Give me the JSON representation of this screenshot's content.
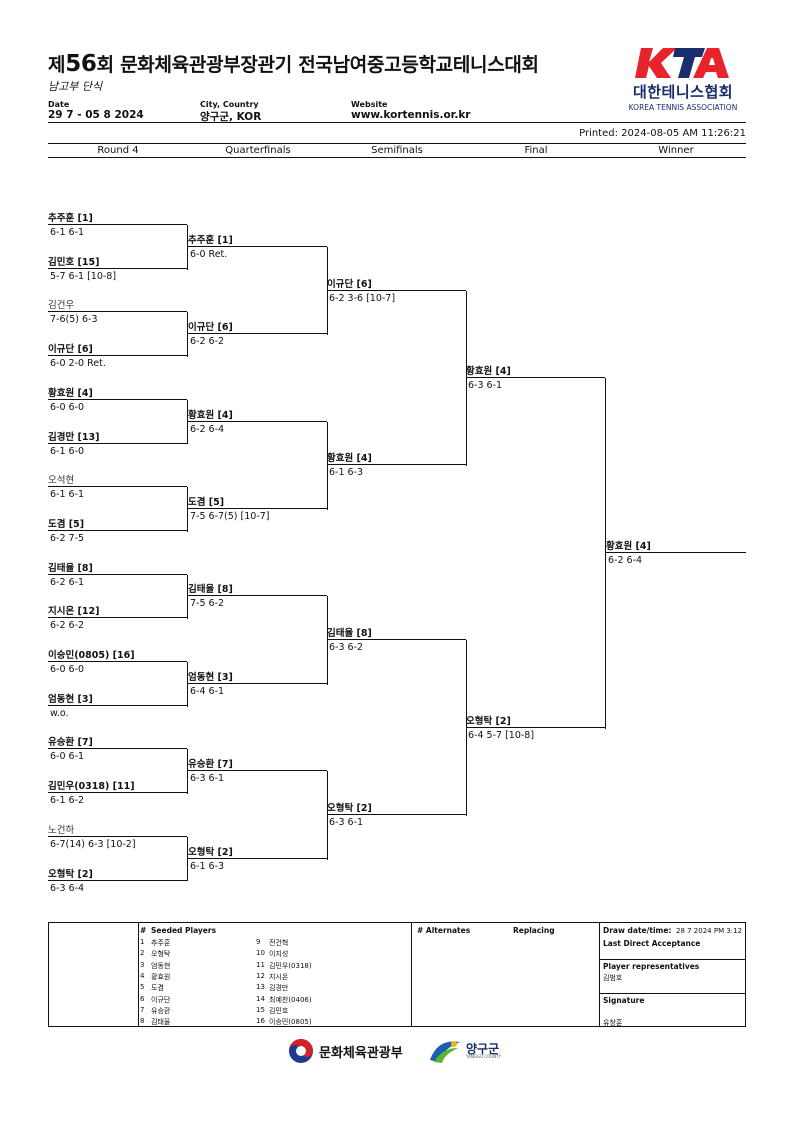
{
  "header": {
    "title_prefix": "제",
    "title_number": "56",
    "title_suffix": "회 문화체육관광부장관기 전국남여중고등학교테니스대회",
    "subtitle": "남고부 단식",
    "date_label": "Date",
    "date_value": "29 7 - 05 8 2024",
    "city_label": "City, Country",
    "city_value": "양구군, KOR",
    "website_label": "Website",
    "website_value": "www.kortennis.or.kr",
    "printed": "Printed: 2024-08-05 AM 11:26:21"
  },
  "logo": {
    "letters": "KTA",
    "korean": "대한테니스협회",
    "english": "KOREA TENNIS ASSOCIATION",
    "colors": {
      "red": "#e8232b",
      "navy": "#1a2e6e"
    }
  },
  "rounds": [
    "Round 4",
    "Quarterfinals",
    "Semifinals",
    "Final",
    "Winner"
  ],
  "r16": [
    {
      "name": "추주훈 [1]",
      "score": "6-1 6-1",
      "winner": true
    },
    {
      "name": "김민호 [15]",
      "score": "5-7 6-1 [10-8]",
      "winner": true
    },
    {
      "name": "김건우",
      "score": "7-6(5) 6-3",
      "winner": false
    },
    {
      "name": "이규단 [6]",
      "score": "6-0 2-0 Ret.",
      "winner": true
    },
    {
      "name": "황효원 [4]",
      "score": "6-0 6-0",
      "winner": true
    },
    {
      "name": "김경만 [13]",
      "score": "6-1 6-0",
      "winner": true
    },
    {
      "name": "오석현",
      "score": "6-1 6-1",
      "winner": false
    },
    {
      "name": "도겸 [5]",
      "score": "6-2 7-5",
      "winner": true
    },
    {
      "name": "김태율 [8]",
      "score": "6-2 6-1",
      "winner": true
    },
    {
      "name": "지시온 [12]",
      "score": "6-2 6-2",
      "winner": true
    },
    {
      "name": "이승민(0805) [16]",
      "score": "6-0 6-0",
      "winner": true
    },
    {
      "name": "엄동현 [3]",
      "score": "w.o.",
      "winner": true
    },
    {
      "name": "유승환 [7]",
      "score": "6-0 6-1",
      "winner": true
    },
    {
      "name": "김민우(0318) [11]",
      "score": "6-1 6-2",
      "winner": true
    },
    {
      "name": "노건하",
      "score": "6-7(14) 6-3 [10-2]",
      "winner": false
    },
    {
      "name": "오형탁 [2]",
      "score": "6-3 6-4",
      "winner": true
    }
  ],
  "qf": [
    {
      "name": "추주훈 [1]",
      "score": "6-0 Ret."
    },
    {
      "name": "이규단 [6]",
      "score": "6-2 6-2"
    },
    {
      "name": "황효원 [4]",
      "score": "6-2 6-4"
    },
    {
      "name": "도겸 [5]",
      "score": "7-5 6-7(5) [10-7]"
    },
    {
      "name": "김태율 [8]",
      "score": "7-5 6-2"
    },
    {
      "name": "엄동현 [3]",
      "score": "6-4 6-1"
    },
    {
      "name": "유승환 [7]",
      "score": "6-3 6-1"
    },
    {
      "name": "오형탁 [2]",
      "score": "6-1 6-3"
    }
  ],
  "sf": [
    {
      "name": "이규단 [6]",
      "score": "6-2 3-6 [10-7]"
    },
    {
      "name": "황효원 [4]",
      "score": "6-1 6-3"
    },
    {
      "name": "김태율 [8]",
      "score": "6-3 6-2"
    },
    {
      "name": "오형탁 [2]",
      "score": "6-3 6-1"
    }
  ],
  "final": [
    {
      "name": "황효원 [4]",
      "score": "6-3 6-1"
    },
    {
      "name": "오형탁 [2]",
      "score": "6-4 5-7 [10-8]"
    }
  ],
  "champion": {
    "name": "황효원 [4]",
    "score": "6-2 6-4"
  },
  "footer": {
    "seeded_header": "Seeded Players",
    "hash": "#",
    "seeds": [
      {
        "no": "1",
        "name": "추주훈"
      },
      {
        "no": "2",
        "name": "오형탁"
      },
      {
        "no": "3",
        "name": "엄동현"
      },
      {
        "no": "4",
        "name": "황효원"
      },
      {
        "no": "5",
        "name": "도겸"
      },
      {
        "no": "6",
        "name": "이규단"
      },
      {
        "no": "7",
        "name": "유승환"
      },
      {
        "no": "8",
        "name": "김태율"
      },
      {
        "no": "9",
        "name": "전건혁"
      },
      {
        "no": "10",
        "name": "이지성"
      },
      {
        "no": "11",
        "name": "김민우(0318)"
      },
      {
        "no": "12",
        "name": "지시온"
      },
      {
        "no": "13",
        "name": "김경만"
      },
      {
        "no": "14",
        "name": "최예찬(0406)"
      },
      {
        "no": "15",
        "name": "김민호"
      },
      {
        "no": "16",
        "name": "이승민(0805)"
      }
    ],
    "alternates_header": "# Alternates",
    "replacing_header": "Replacing",
    "draw_label": "Draw date/time:",
    "draw_value": "28 7 2024 PM 3:12",
    "last_da": "Last Direct Acceptance",
    "player_reps": "Player representatives",
    "player_rep_name": "김범호",
    "signature": "Signature",
    "signature_name": "유창훈"
  },
  "sponsors": {
    "ministry": "문화체육관광부",
    "county": "양구군",
    "county_en": "YANGGU COUNTY"
  }
}
